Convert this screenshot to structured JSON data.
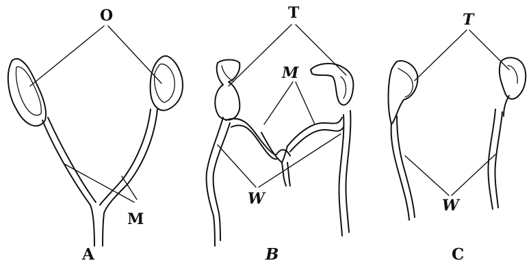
{
  "panels": [
    {
      "id": "A",
      "letter": "A",
      "labels": {
        "top": "O",
        "bottom": "M"
      }
    },
    {
      "id": "B",
      "letter": "B",
      "labels": {
        "top": "T",
        "middle": "M",
        "bottom": "W"
      }
    },
    {
      "id": "C",
      "letter": "C",
      "labels": {
        "top": "T",
        "bottom": "W"
      }
    }
  ],
  "colors": {
    "ink": "#111111",
    "background": "#ffffff"
  }
}
